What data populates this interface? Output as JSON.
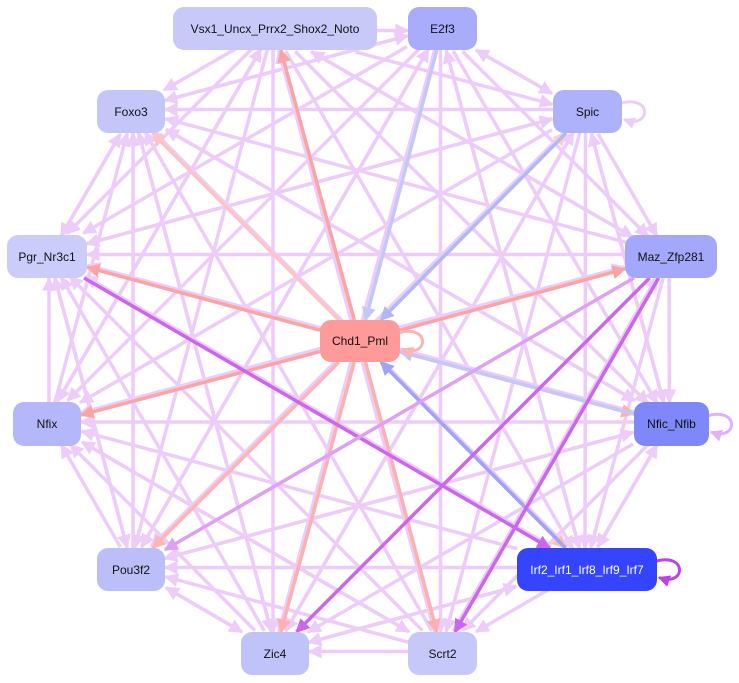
{
  "nodes": [
    {
      "id": "vsx1",
      "label": "Vsx1_Uncx_Prrx2_Shox2_Noto",
      "color": "#c8c9f9",
      "text": "#111111"
    },
    {
      "id": "e2f3",
      "label": "E2f3",
      "color": "#a8acfa",
      "text": "#111111"
    },
    {
      "id": "spic",
      "label": "Spic",
      "color": "#aeb2fa",
      "text": "#111111"
    },
    {
      "id": "maz",
      "label": "Maz_Zfp281",
      "color": "#a4a8fa",
      "text": "#111111"
    },
    {
      "id": "nfic",
      "label": "Nfic_Nfib",
      "color": "#7e88f8",
      "text": "#111111"
    },
    {
      "id": "irf",
      "label": "Irf2_Irf1_Irf8_Irf9_Irf7",
      "color": "#3544fe",
      "text": "#ffffff"
    },
    {
      "id": "scrt2",
      "label": "Scrt2",
      "color": "#c6c8fa",
      "text": "#111111"
    },
    {
      "id": "zic4",
      "label": "Zic4",
      "color": "#c0c2fa",
      "text": "#111111"
    },
    {
      "id": "pou3f2",
      "label": "Pou3f2",
      "color": "#bcbefa",
      "text": "#111111"
    },
    {
      "id": "nfix",
      "label": "Nfix",
      "color": "#b4b8fa",
      "text": "#111111"
    },
    {
      "id": "pgr",
      "label": "Pgr_Nr3c1",
      "color": "#ccccfa",
      "text": "#111111"
    },
    {
      "id": "foxo3",
      "label": "Foxo3",
      "color": "#c4c6fa",
      "text": "#111111"
    },
    {
      "id": "chd1",
      "label": "Chd1_Pml",
      "color": "#ff9a9a",
      "text": "#111111"
    }
  ],
  "default_edge_color": "#edccfa",
  "edges": [
    {
      "from": "chd1",
      "to": "vsx1",
      "color": "#fca4a4"
    },
    {
      "from": "chd1",
      "to": "maz",
      "color": "#fca4a4"
    },
    {
      "from": "chd1",
      "to": "pgr",
      "color": "#fca4a4"
    },
    {
      "from": "chd1",
      "to": "nfix",
      "color": "#fca4a4"
    },
    {
      "from": "chd1",
      "to": "pou3f2",
      "color": "#fcb4b4"
    },
    {
      "from": "chd1",
      "to": "zic4",
      "color": "#fcb0b0"
    },
    {
      "from": "chd1",
      "to": "scrt2",
      "color": "#fcb0b0"
    },
    {
      "from": "chd1",
      "to": "nfic",
      "color": "#fcb0b0"
    },
    {
      "from": "chd1",
      "to": "irf",
      "color": "#fcc0b0"
    },
    {
      "from": "chd1",
      "to": "foxo3",
      "color": "#fcc4c4"
    },
    {
      "from": "chd1",
      "to": "spic",
      "color": "#fcd0c4"
    },
    {
      "from": "irf",
      "to": "chd1",
      "color": "#9ea4f8"
    },
    {
      "from": "spic",
      "to": "chd1",
      "color": "#b0b8f8"
    },
    {
      "from": "e2f3",
      "to": "chd1",
      "color": "#c4c8f8"
    },
    {
      "from": "nfic",
      "to": "chd1",
      "color": "#c4c8f8"
    },
    {
      "from": "maz",
      "to": "zic4",
      "color": "#cc66ee"
    },
    {
      "from": "maz",
      "to": "scrt2",
      "color": "#cc66ee"
    },
    {
      "from": "pgr",
      "to": "irf",
      "color": "#cc66ee"
    },
    {
      "from": "maz",
      "to": "pou3f2",
      "color": "#dda0f4"
    }
  ],
  "self_loops": [
    {
      "node": "chd1",
      "color": "#fcb4b4"
    },
    {
      "node": "spic",
      "color": "#edccfa"
    },
    {
      "node": "nfic",
      "color": "#e0b0f8"
    },
    {
      "node": "irf",
      "color": "#c040f0"
    }
  ]
}
